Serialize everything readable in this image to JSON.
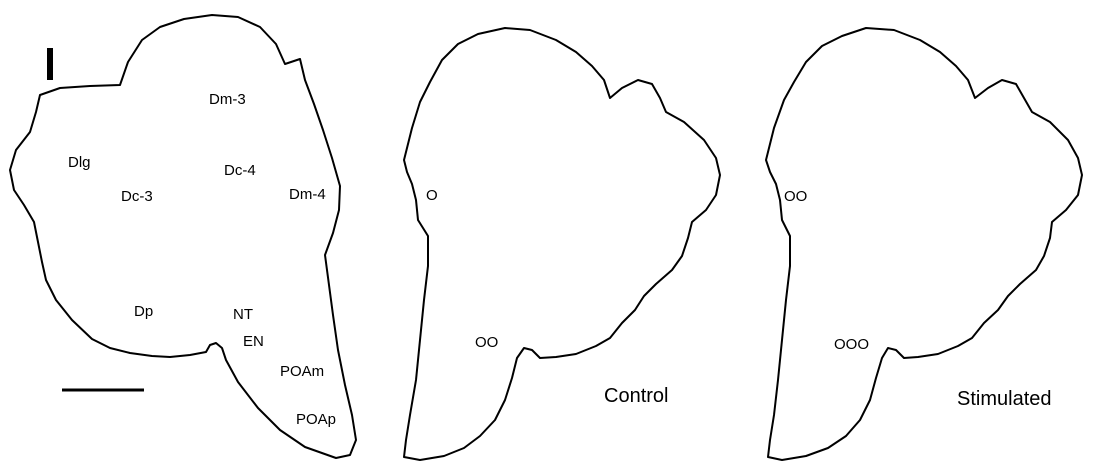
{
  "regions": {
    "dm3": "Dm-3",
    "dlg": "Dlg",
    "dc4": "Dc-4",
    "dc3": "Dc-3",
    "dm4": "Dm-4",
    "dp": "Dp",
    "nt": "NT",
    "en": "EN",
    "poam": "POAm",
    "poap": "POAp"
  },
  "control": {
    "title": "Control",
    "marker_dorsal": "O",
    "marker_ventral": "OO"
  },
  "stimulated": {
    "title": "Stimulated",
    "marker_dorsal": "OO",
    "marker_ventral": "OOO"
  },
  "colors": {
    "outline": "#000000",
    "background": "#ffffff"
  }
}
